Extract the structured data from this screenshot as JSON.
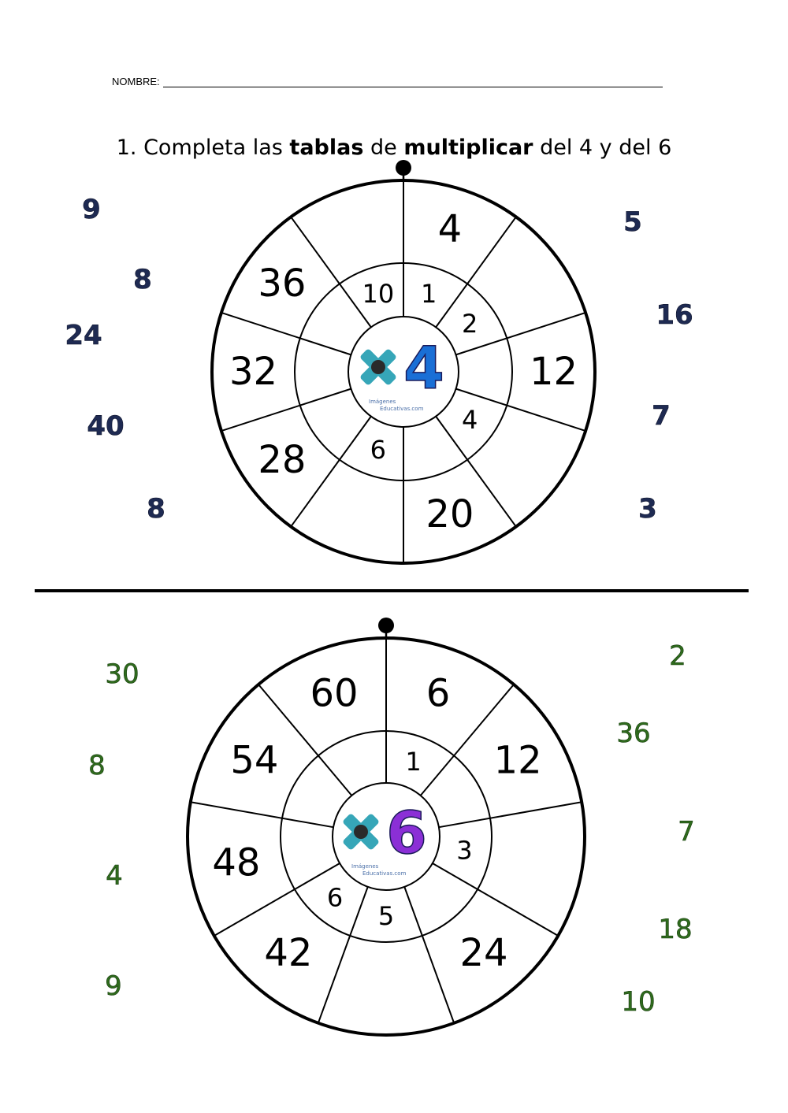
{
  "header": {
    "name_label": "NOMBRE:"
  },
  "title": {
    "prefix": "1. Completa las ",
    "bold1": "tablas",
    "mid": " de ",
    "bold2": "multiplicar",
    "suffix": " del 4 y del 6"
  },
  "wheel4": {
    "multiplier": "4",
    "outer": [
      "4",
      "",
      "12",
      "",
      "20",
      "",
      "28",
      "32",
      "36",
      ""
    ],
    "inner": [
      "1",
      "2",
      "",
      "4",
      "",
      "6",
      "",
      "",
      "",
      "10"
    ],
    "side_left": [
      "9",
      "8",
      "24",
      "40",
      "8"
    ],
    "side_right": [
      "5",
      "16",
      "7",
      "3"
    ],
    "number_color": "#1e2a52",
    "multiplier_color": "#1a6fd6"
  },
  "wheel6": {
    "multiplier": "6",
    "outer": [
      "6",
      "12",
      "",
      "24",
      "",
      "42",
      "48",
      "54",
      "60"
    ],
    "inner": [
      "1",
      "",
      "3",
      "",
      "5",
      "6",
      "",
      "",
      ""
    ],
    "side_left": [
      "30",
      "8",
      "4",
      "9"
    ],
    "side_right": [
      "2",
      "36",
      "7",
      "18",
      "10"
    ],
    "number_color": "#2f6b1d",
    "multiplier_color": "#8b2fd6"
  },
  "logo_text": [
    "Imágenes",
    "Educativas.com"
  ],
  "colors": {
    "cross": "#36a6b8"
  }
}
